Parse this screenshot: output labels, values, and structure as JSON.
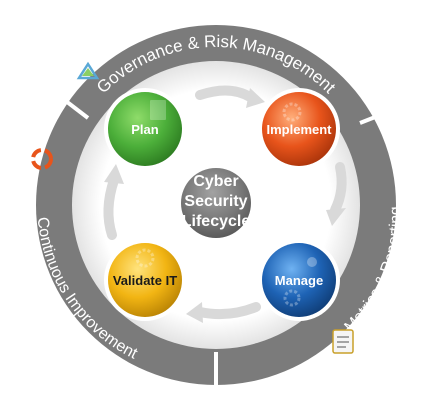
{
  "ring": {
    "top_label": "Governance & Risk Management",
    "right_label": "Metrics & Reporting",
    "left_label": "Continuous Improvement"
  },
  "center": {
    "line1": "Cyber",
    "line2": "Security",
    "line3": "Lifecycle"
  },
  "stages": {
    "plan": {
      "label": "Plan",
      "color": "#4caf3a"
    },
    "implement": {
      "label": "Implement",
      "color": "#e8541b"
    },
    "manage": {
      "label": "Manage",
      "color": "#1e63b5"
    },
    "validate": {
      "label": "Validate IT",
      "color": "#f2b513"
    }
  },
  "colors": {
    "ring": "#7b7b7b",
    "inner_ring": "#f0f0f0",
    "center": "#7a7a7a",
    "arrow": "#d9d9d9"
  }
}
